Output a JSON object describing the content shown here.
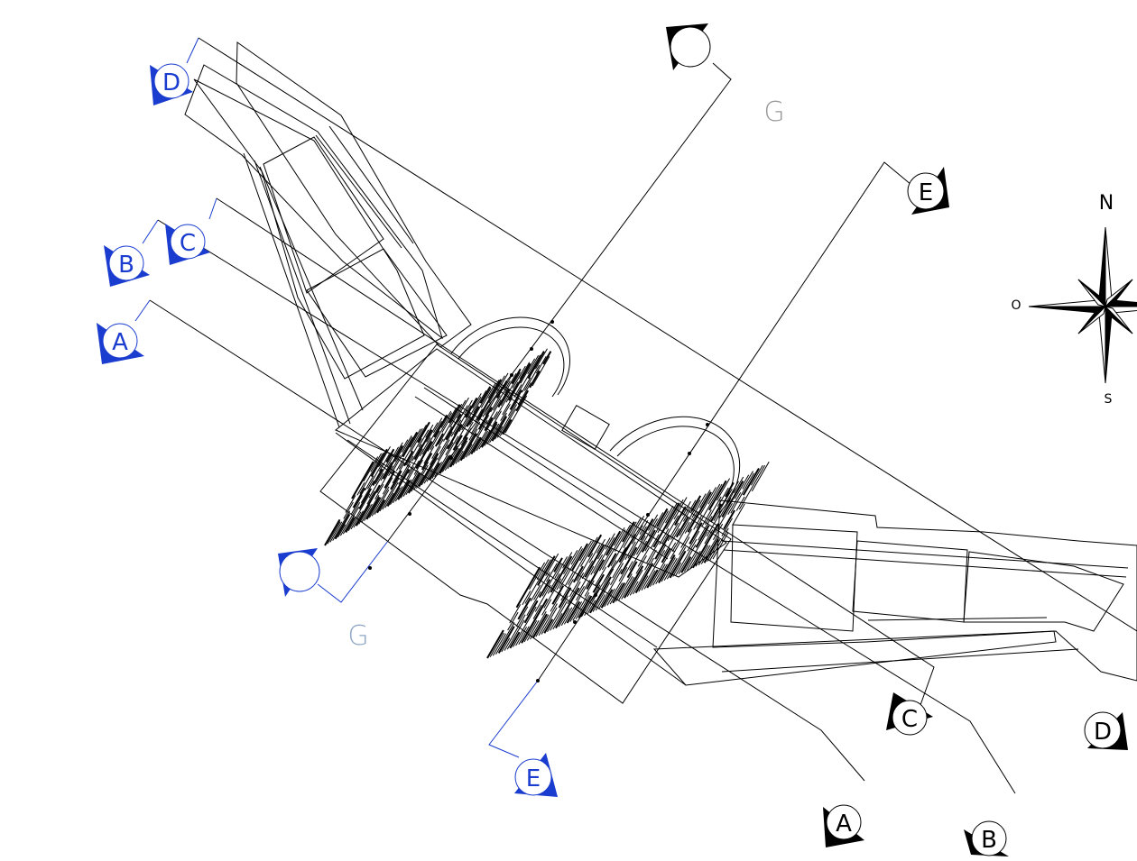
{
  "section_markers": {
    "A_left": "A",
    "A_right": "A",
    "B_left": "B",
    "B_right": "B",
    "C_left": "C",
    "C_right": "C",
    "D_left": "D",
    "D_right": "D",
    "E_top": "E",
    "E_bottom": "E",
    "G_top": "",
    "G_bottom": ""
  },
  "section_labels": {
    "G_top": "G",
    "G_bottom": "G"
  },
  "compass": {
    "north": "N",
    "west": "O",
    "south": "S"
  },
  "colors": {
    "line": "#000000",
    "marker_blue": "#1a3ccf",
    "marker_black": "#000000",
    "bubble_text_blue": "#1a3ccf",
    "label_gray": "#9a9a9a",
    "label_blue_gray": "#8fa7c4"
  }
}
